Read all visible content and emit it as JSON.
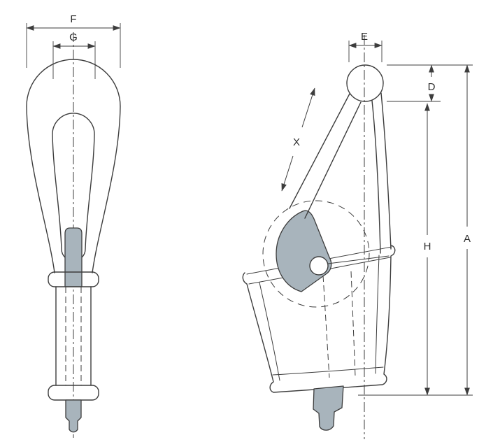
{
  "diagram": {
    "type": "technical-dimension-drawing",
    "views": {
      "front": "front-view",
      "side": "side-view"
    },
    "dimensions": {
      "F": "F",
      "G": "G",
      "E": "E",
      "D": "D",
      "X": "X",
      "H": "H",
      "A": "A"
    }
  },
  "colors": {
    "line": "#3d3d3d",
    "steel_gray": "#a8b4bc",
    "background": "#ffffff"
  }
}
